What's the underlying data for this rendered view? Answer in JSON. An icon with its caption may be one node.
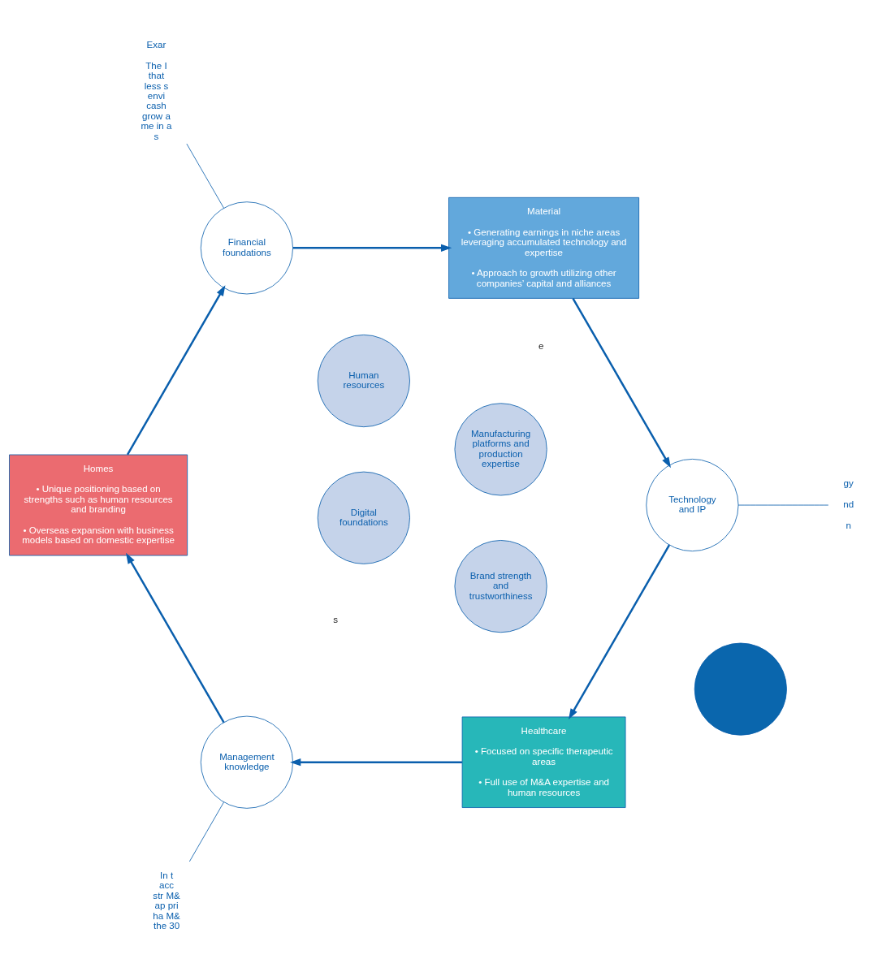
{
  "diagram": {
    "nodes": [
      {
        "text": [
          "Healthcare",
          "• Focused on specific therapeutic areas",
          "• Full use of M&A expertise and human resources"
        ]
      },
      {
        "text": [
          "Homes",
          "• Unique positioning based on strengths such as human resources and branding",
          "• Overseas expansion with business models based on domestic expertise"
        ]
      },
      {
        "text": [
          "Material",
          "• Generating earnings in niche areas leveraging accumulated technology and expertise",
          "• Approach to growth utilizing other companies’ capital and alliances"
        ]
      },
      {
        "text": [
          "Manufacturing platforms and production expertise"
        ]
      },
      {
        "text": [
          "Management knowledge"
        ]
      },
      {
        "text": [
          "Brand strength and trustworthiness"
        ]
      },
      {
        "text": [
          "Human resources"
        ]
      },
      {
        "text": [
          "Financial foundations"
        ]
      },
      {
        "text": [
          "Technology and IP"
        ]
      },
      {
        "text": [
          "Digital foundations"
        ]
      },
      {
        "text": [],
        "shape": "circle"
      },
      {
        "text": [
          "In t acc str M& ap pri ha M& the 30"
        ]
      },
      {
        "text": [
          "Exar",
          "The I that less s envi cash grow a me in a s"
        ]
      },
      {
        "text": [
          "gy",
          "nd",
          "n"
        ]
      }
    ],
    "edges": [
      {
        "from": 0,
        "to": 4,
        "arrow": "to"
      },
      {
        "from": 4,
        "to": 1,
        "arrow": "to"
      },
      {
        "from": 1,
        "to": 7,
        "arrow": "to"
      },
      {
        "from": 7,
        "to": 2,
        "arrow": "to"
      },
      {
        "from": 2,
        "to": 8,
        "arrow": "to"
      },
      {
        "from": 8,
        "to": 0,
        "arrow": "to"
      },
      {
        "from": 4,
        "to": 11,
        "arrow": "none"
      },
      {
        "from": 7,
        "to": 12,
        "arrow": "none"
      },
      {
        "from": 8,
        "to": 13,
        "arrow": "none"
      }
    ],
    "labels": [
      "e",
      "s"
    ]
  }
}
